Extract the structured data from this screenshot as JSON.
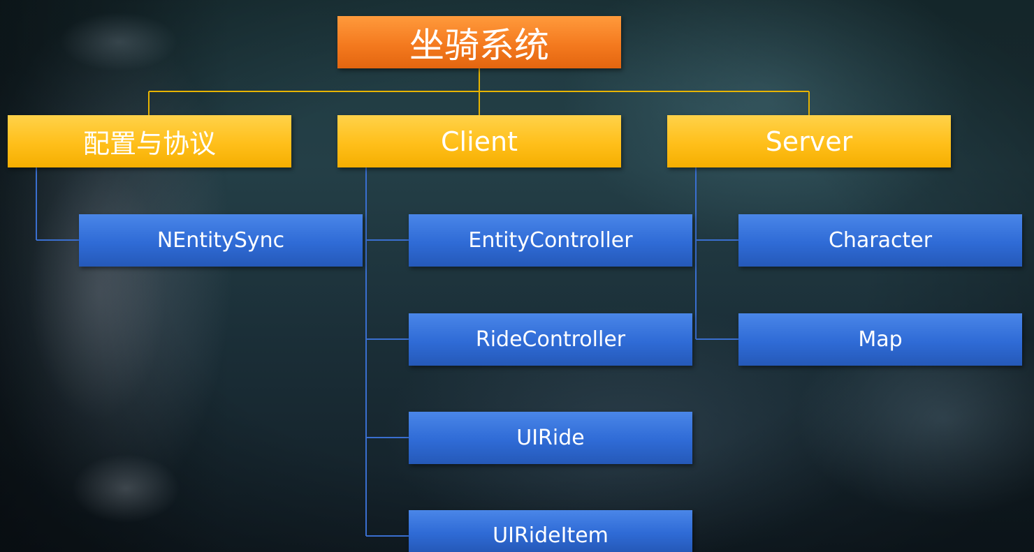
{
  "diagram": {
    "root": "坐骑系统",
    "categories": [
      {
        "label": "配置与协议",
        "children": [
          "NEntitySync"
        ]
      },
      {
        "label": "Client",
        "children": [
          "EntityController",
          "RideController",
          "UIRide",
          "UIRideItem"
        ]
      },
      {
        "label": "Server",
        "children": [
          "Character",
          "Map"
        ]
      }
    ]
  },
  "colors": {
    "root_box": "#f47a1f",
    "category_box": "#ffbf1a",
    "leaf_box": "#2f6bd6",
    "category_connector": "#e8b400",
    "leaf_connector": "#3a6fd0"
  }
}
